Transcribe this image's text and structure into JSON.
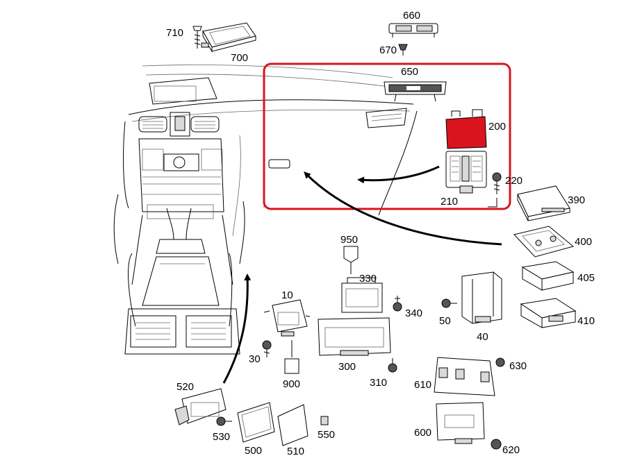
{
  "highlight_color": "#d9141f",
  "part_fill_color": "#d9141f",
  "parts": {
    "p710": "710",
    "p700": "700",
    "p660": "660",
    "p670": "670",
    "p650": "650",
    "p200": "200",
    "p210": "210",
    "p220": "220",
    "p390": "390",
    "p400": "400",
    "p405": "405",
    "p410": "410",
    "p950": "950",
    "p330": "330",
    "p340": "340",
    "p10": "10",
    "p30": "30",
    "p900": "900",
    "p300": "300",
    "p310": "310",
    "p50": "50",
    "p40": "40",
    "p630": "630",
    "p610": "610",
    "p520": "520",
    "p530": "530",
    "p500": "500",
    "p510": "510",
    "p550": "550",
    "p600": "600",
    "p620": "620"
  }
}
